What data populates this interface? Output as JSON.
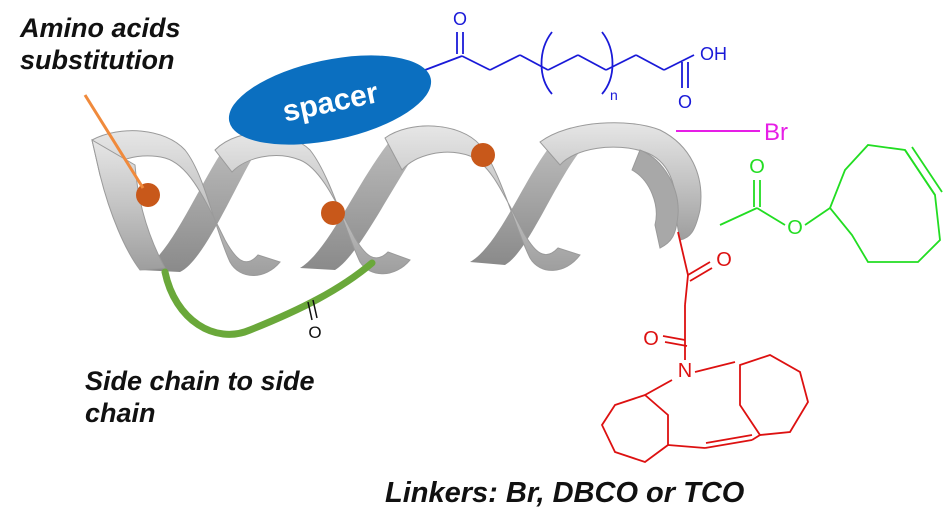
{
  "labels": {
    "amino_line1": "Amino acids",
    "amino_line2": "substitution",
    "side_line1": "Side chain to side",
    "side_line2": "chain",
    "linkers": "Linkers: Br, DBCO or TCO"
  },
  "spacer": {
    "label": "spacer",
    "color": "#0b6fc0"
  },
  "fatty_acid": {
    "carbonyl_O": "O",
    "acid_O": "O",
    "acid_OH": "OH",
    "repeat_n": "n",
    "color": "#1a1ad8"
  },
  "bromo": {
    "label": "Br",
    "color": "#e61ee6"
  },
  "tco": {
    "carbonyl_O": "O",
    "ester_O": "O",
    "color": "#22dd22"
  },
  "dbco": {
    "keto_O": "O",
    "amide_O": "O",
    "amide_N": "N",
    "color": "#dd1111"
  },
  "staple": {
    "O": "O",
    "color": "#6aa83a"
  },
  "helix": {
    "color": "#bdbdbd",
    "residue_color": "#c8581a"
  },
  "pointer_color": "#f08a3c"
}
